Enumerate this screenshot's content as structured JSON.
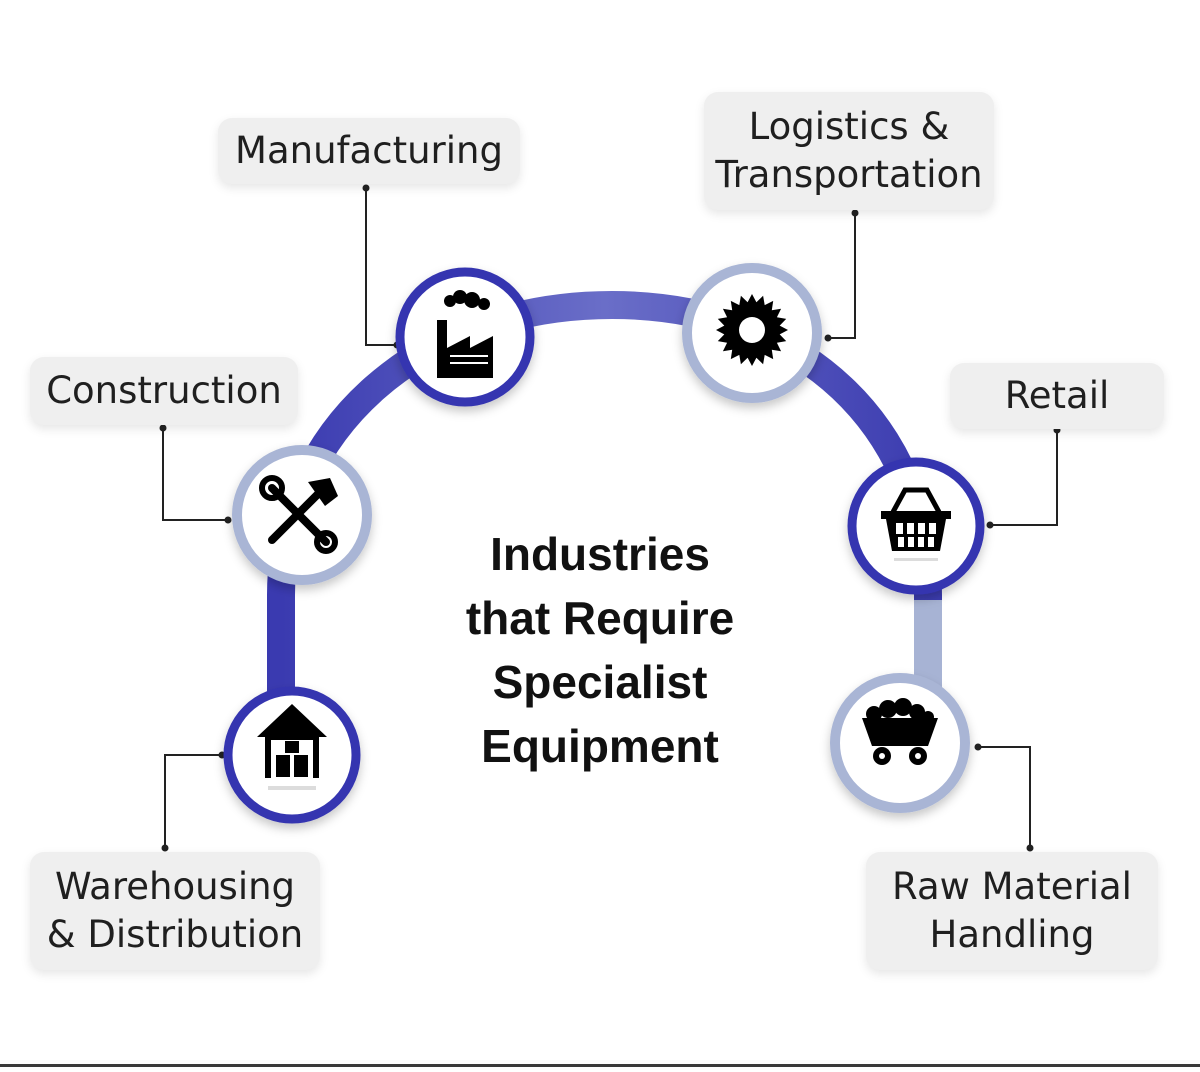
{
  "title": {
    "lines": [
      "Industries",
      "that Require",
      "Specialist",
      "Equipment"
    ]
  },
  "colors": {
    "arc_dark": "#3c3cb0",
    "arc_light": "#a7b3d4",
    "label_bg": "#efefef",
    "icon": "#000000"
  },
  "nodes": [
    {
      "id": "warehousing",
      "label_lines": [
        "Warehousing",
        "& Distribution"
      ],
      "icon": "warehouse-icon",
      "ring": "dark"
    },
    {
      "id": "construction",
      "label_lines": [
        "Construction"
      ],
      "icon": "tools-icon",
      "ring": "light"
    },
    {
      "id": "manufacturing",
      "label_lines": [
        "Manufacturing"
      ],
      "icon": "factory-icon",
      "ring": "dark"
    },
    {
      "id": "logistics",
      "label_lines": [
        "Logistics &",
        "Transportation"
      ],
      "icon": "gear-icon",
      "ring": "light"
    },
    {
      "id": "retail",
      "label_lines": [
        "Retail"
      ],
      "icon": "basket-icon",
      "ring": "dark"
    },
    {
      "id": "raw-material",
      "label_lines": [
        "Raw Material",
        "Handling"
      ],
      "icon": "mine-cart-icon",
      "ring": "light"
    }
  ]
}
